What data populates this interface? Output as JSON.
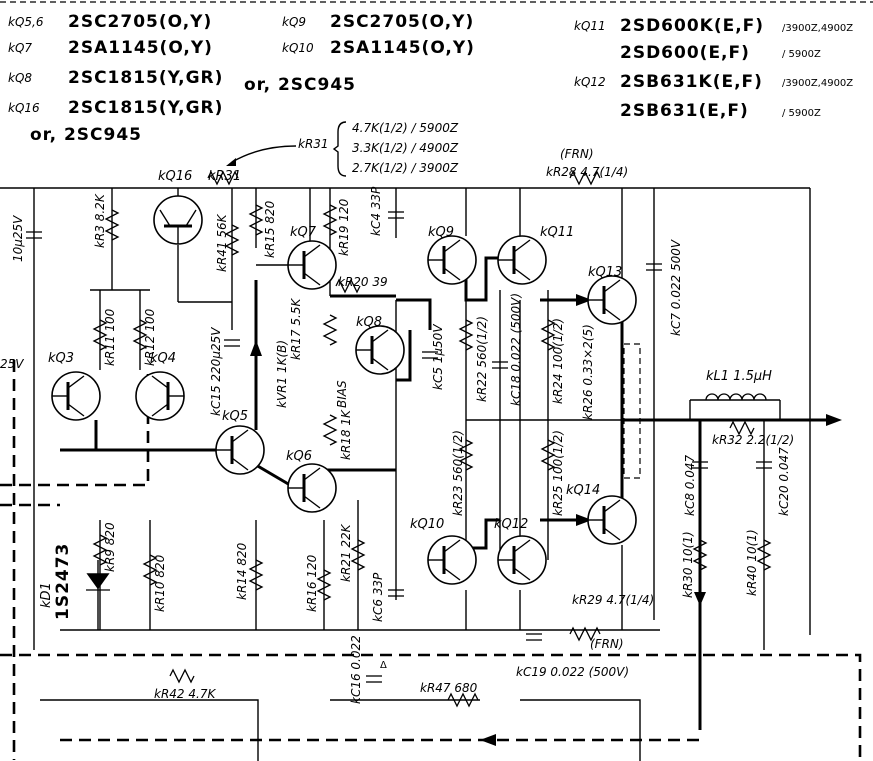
{
  "parts": {
    "q56_ref": "kQ5,6",
    "q56_part": "2SC2705(O,Y)",
    "q7_ref": "kQ7",
    "q7_part": "2SA1145(O,Y)",
    "q8_ref": "kQ8",
    "q8_part": "2SC1815(Y,GR)",
    "q8_alt": "or, 2SC945",
    "q16_ref": "kQ16",
    "q16_part": "2SC1815(Y,GR)",
    "q16_alt": "or, 2SC945",
    "q9_ref": "kQ9",
    "q9_part": "2SC2705(O,Y)",
    "q10_ref": "kQ10",
    "q10_part": "2SA1145(O,Y)",
    "q11_ref": "kQ11",
    "q11_part1": "2SD600K(E,F)",
    "q11_note1": "/3900Z,4900Z",
    "q11_part2": "2SD600(E,F)",
    "q11_note2": "/ 5900Z",
    "q12_ref": "kQ12",
    "q12_part1": "2SB631K(E,F)",
    "q12_note1": "/3900Z,4900Z",
    "q12_part2": "2SB631(E,F)",
    "q12_note2": "/ 5900Z"
  },
  "r31_table": {
    "ref": "kR31",
    "rows": [
      "4.7K(1/2) / 5900Z",
      "3.3K(1/2) / 4900Z",
      "2.7K(1/2) / 3900Z"
    ]
  },
  "labels": {
    "c_left": "10μ25V",
    "v_left": "25V",
    "r3": "kR3 8.2K",
    "r31": "kR31",
    "q16": "kQ16",
    "r41": "kR41 56K",
    "r15": "kR15 820",
    "q7": "kQ7",
    "r19": "kR19 120",
    "c4": "kC4 33P",
    "r20": "kR20 39",
    "r11": "kR11 100",
    "r12": "kR12 100",
    "q3": "kQ3",
    "q4": "kQ4",
    "c15": "kC15 220μ25V",
    "r17": "kR17 5.5K",
    "vr1": "kVR1 1K(B)",
    "bias": "BIAS",
    "q8": "kQ8",
    "c5": "kC5 1μ50V",
    "q5": "kQ5",
    "q6": "kQ6",
    "r18": "kR18 1K",
    "q9": "kQ9",
    "q11": "kQ11",
    "q13": "kQ13",
    "r22": "kR22 560(1/2)",
    "c18": "kC18 0.022 (500V)",
    "r24": "kR24 100(1/2)",
    "r26": "kR26 0.33×2(5)",
    "frn_top": "(FRN)",
    "r28": "kR28 4.7(1/4)",
    "c7": "kC7 0.022 500V",
    "l1": "kL1 1.5μH",
    "r32": "kR32 2.2(1/2)",
    "c8": "kC8 0.047",
    "c20": "kC20 0.047",
    "r23": "kR23 560(1/2)",
    "r25": "kR25 100(1/2)",
    "q14": "kQ14",
    "q10": "kQ10",
    "q12": "kQ12",
    "r30": "kR30 10(1)",
    "r40": "kR40 10(1)",
    "r9": "kR9 820",
    "r10": "kR10 820",
    "d1_ref": "kD1",
    "d1_part": "1S2473",
    "r14": "kR14 820",
    "r16": "kR16 120",
    "r21": "kR21 22K",
    "c6": "kC6 33P",
    "r29": "kR29 4.7(1/4)",
    "frn_bot": "(FRN)",
    "c16": "kC16 0.022",
    "c19": "kC19 0.022 (500V)",
    "r47": "kR47 680",
    "r42": "kR42 4.7K",
    "delta": "Δ"
  }
}
